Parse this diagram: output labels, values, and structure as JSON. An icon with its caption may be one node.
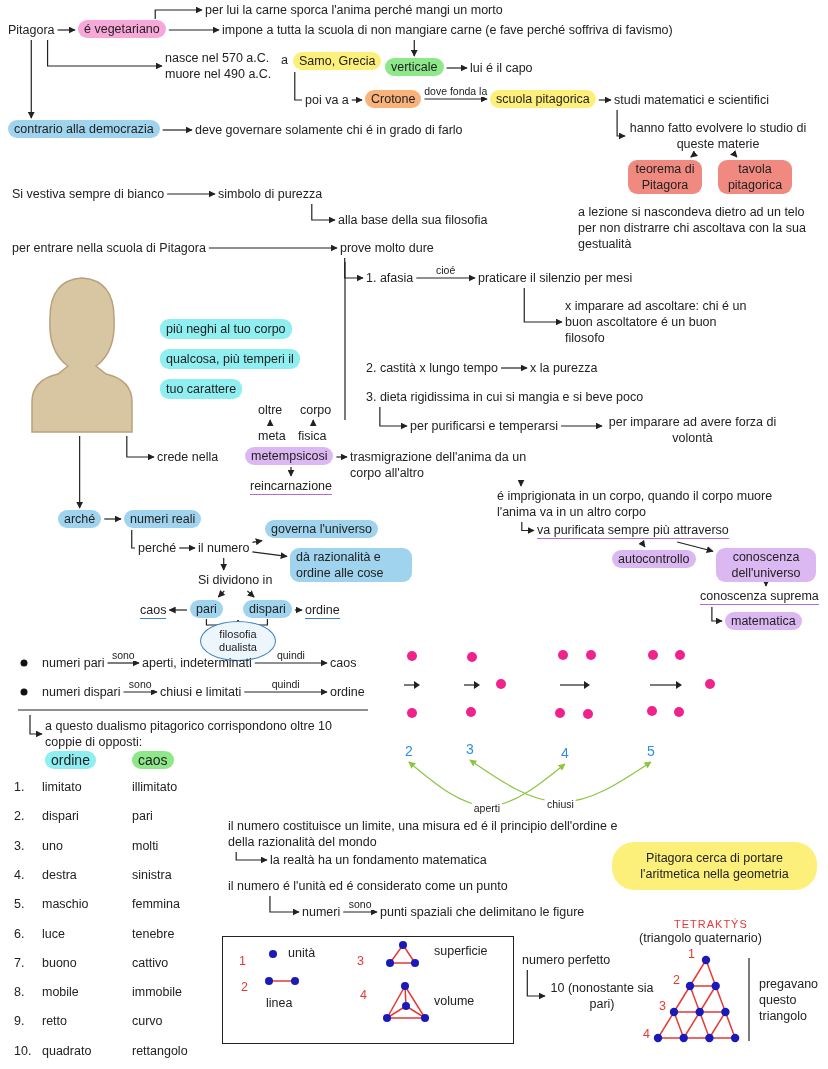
{
  "diagram": {
    "nodes": [
      {
        "text": [
          "Pitagora"
        ]
      },
      {
        "text": [
          "é vegetariano"
        ]
      },
      {
        "text": [
          "per lui la carne sporca l'anima perché mangi un morto"
        ]
      },
      {
        "text": [
          "impone a tutta la scuola di non mangiare carne (e fave perché soffriva di favismo)"
        ]
      },
      {
        "text": [
          "nasce nel 570 a.C.",
          "muore nel 490 a.C."
        ]
      },
      {
        "text": [
          "Samo, Grecia"
        ]
      },
      {
        "text": [
          "verticale"
        ]
      },
      {
        "text": [
          "lui é il capo"
        ]
      },
      {
        "text": [
          "poi va a"
        ]
      },
      {
        "text": [
          "Crotone"
        ]
      },
      {
        "text": [
          "scuola pitagorica"
        ]
      },
      {
        "text": [
          "studi matematici e scientifici"
        ]
      },
      {
        "text": [
          "hanno fatto evolvere lo studio di queste materie"
        ]
      },
      {
        "text": [
          "teorema di Pitagora"
        ]
      },
      {
        "text": [
          "tavola pitagorica"
        ]
      },
      {
        "text": [
          "contrario alla democrazia"
        ]
      },
      {
        "text": [
          "deve governare solamente chi é in grado di farlo"
        ]
      },
      {
        "text": [
          "Si vestiva sempre di bianco"
        ]
      },
      {
        "text": [
          "simbolo di purezza"
        ]
      },
      {
        "text": [
          "alla base della sua filosofia"
        ]
      },
      {
        "text": [
          "per entrare nella scuola di Pitagora"
        ]
      },
      {
        "text": [
          "prove molto dure"
        ]
      },
      {
        "text": [
          "1. afasia"
        ]
      },
      {
        "text": [
          "praticare il silenzio per mesi"
        ]
      },
      {
        "text": [
          "x imparare ad ascoltare: chi é un buon ascoltatore é un buon filosofo"
        ]
      },
      {
        "text": [
          "2. castità x lungo tempo"
        ]
      },
      {
        "text": [
          "x la purezza"
        ]
      },
      {
        "text": [
          "3. dieta rigidissima in cui si mangia e si beve poco"
        ]
      },
      {
        "text": [
          "per purificarsi e temperarsi"
        ]
      },
      {
        "text": [
          "per imparare ad avere forza di volontà"
        ]
      },
      {
        "text": [],
        "shape": "picture"
      },
      {
        "text": [
          "più neghi al tuo corpo qualcosa, più temperi il tuo carattere"
        ]
      },
      {
        "text": [
          "crede nella"
        ]
      },
      {
        "text": [
          "metempsicosi"
        ]
      },
      {
        "text": [
          "meta"
        ]
      },
      {
        "text": [
          "fisica"
        ]
      },
      {
        "text": [
          "oltre"
        ]
      },
      {
        "text": [
          "corpo"
        ]
      },
      {
        "text": [
          "reincarnazione"
        ]
      },
      {
        "text": [
          "trasmigrazione dell'anima da un corpo all'altro"
        ]
      },
      {
        "text": [
          "é imprigionata in un corpo, quando il corpo muore l'anima va in un altro corpo"
        ]
      },
      {
        "text": [
          "va purificata sempre più attraverso"
        ]
      },
      {
        "text": [
          "autocontrollo"
        ]
      },
      {
        "text": [
          "conoscenza dell'universo"
        ]
      },
      {
        "text": [
          "conoscenza suprema"
        ]
      },
      {
        "text": [
          "matematica"
        ]
      },
      {
        "text": [
          "arché"
        ]
      },
      {
        "text": [
          "numeri reali"
        ]
      },
      {
        "text": [
          "perché"
        ]
      },
      {
        "text": [
          "il numero"
        ]
      },
      {
        "text": [
          "governa l'universo"
        ]
      },
      {
        "text": [
          "dà razionalità e ordine alle cose"
        ]
      },
      {
        "text": [
          "Si dividono in"
        ]
      },
      {
        "text": [
          "pari"
        ]
      },
      {
        "text": [
          "dispari"
        ]
      },
      {
        "text": [
          "caos"
        ]
      },
      {
        "text": [
          "ordine"
        ]
      },
      {
        "text": [
          "filosofia dualista"
        ]
      },
      {
        "text": [
          "numeri pari"
        ]
      },
      {
        "text": [
          "aperti, indeterminati"
        ]
      },
      {
        "text": [
          "caos"
        ]
      },
      {
        "text": [
          "numeri dispari"
        ]
      },
      {
        "text": [
          "chiusi e limitati"
        ]
      },
      {
        "text": [
          "ordine"
        ]
      },
      {
        "text": [
          "a questo dualismo pitagorico corrispondono oltre 10 coppie di opposti:"
        ]
      },
      {
        "text": [
          "2"
        ]
      },
      {
        "text": [
          "3"
        ]
      },
      {
        "text": [
          "4"
        ]
      },
      {
        "text": [
          "5"
        ]
      },
      {
        "text": [
          "il numero costituisce un limite, una misura ed é il principio dell'ordine e della razionalità del mondo"
        ]
      },
      {
        "text": [
          "la realtà ha un fondamento matematica"
        ]
      },
      {
        "text": [
          "il numero é l'unità ed é considerato come un punto"
        ]
      },
      {
        "text": [
          "numeri"
        ]
      },
      {
        "text": [
          "punti spaziali che delimitano le figure"
        ]
      },
      {
        "text": [
          "Pitagora cerca di portare l'aritmetica nella geometria"
        ]
      },
      {
        "text": [
          "1",
          "unità",
          "2",
          "linea",
          "3",
          "superficie",
          "4",
          "volume"
        ]
      },
      {
        "text": [
          "numero perfetto"
        ]
      },
      {
        "text": [
          "10 (nonostante sia pari)"
        ]
      }
    ],
    "edges": [
      {
        "from": 0,
        "to": 1,
        "arrow": "to"
      },
      {
        "from": 1,
        "to": 2,
        "arrow": "to"
      },
      {
        "from": 1,
        "to": 3,
        "arrow": "to"
      },
      {
        "from": 0,
        "to": 4,
        "arrow": "to"
      },
      {
        "from": 3,
        "to": 6,
        "arrow": "to"
      },
      {
        "from": 6,
        "to": 7,
        "arrow": "to"
      },
      {
        "from": 5,
        "to": 8,
        "arrow": "none"
      },
      {
        "from": 8,
        "to": 9,
        "arrow": "to"
      },
      {
        "from": 9,
        "to": 10,
        "arrow": "to",
        "label": "dove fonda la"
      },
      {
        "from": 10,
        "to": 11,
        "arrow": "to"
      },
      {
        "from": 11,
        "to": 12,
        "arrow": "to"
      },
      {
        "from": 12,
        "to": 13,
        "arrow": "to"
      },
      {
        "from": 12,
        "to": 14,
        "arrow": "to"
      },
      {
        "from": 0,
        "to": 15,
        "arrow": "to"
      },
      {
        "from": 15,
        "to": 16,
        "arrow": "to"
      },
      {
        "from": 17,
        "to": 18,
        "arrow": "to"
      },
      {
        "from": 18,
        "to": 19,
        "arrow": "to"
      },
      {
        "from": 20,
        "to": 21,
        "arrow": "to"
      },
      {
        "from": 21,
        "to": 22,
        "arrow": "to"
      },
      {
        "from": 22,
        "to": 23,
        "arrow": "to",
        "label": "cioé"
      },
      {
        "from": 23,
        "to": 24,
        "arrow": "to"
      },
      {
        "from": 25,
        "to": 26,
        "arrow": "to"
      },
      {
        "from": 27,
        "to": 28,
        "arrow": "to"
      },
      {
        "from": 28,
        "to": 29,
        "arrow": "to"
      },
      {
        "from": 30,
        "to": 32,
        "arrow": "to"
      },
      {
        "from": 30,
        "to": 46,
        "arrow": "to"
      },
      {
        "from": 34,
        "to": 36,
        "arrow": "to"
      },
      {
        "from": 35,
        "to": 37,
        "arrow": "to"
      },
      {
        "from": 33,
        "to": 38,
        "arrow": "to"
      },
      {
        "from": 33,
        "to": 39,
        "arrow": "to"
      },
      {
        "from": 39,
        "to": 40,
        "arrow": "to"
      },
      {
        "from": 40,
        "to": 41,
        "arrow": "to"
      },
      {
        "from": 41,
        "to": 42,
        "arrow": "to"
      },
      {
        "from": 41,
        "to": 43,
        "arrow": "to"
      },
      {
        "from": 43,
        "to": 44,
        "arrow": "to"
      },
      {
        "from": 44,
        "to": 45,
        "arrow": "to"
      },
      {
        "from": 46,
        "to": 47,
        "arrow": "to"
      },
      {
        "from": 47,
        "to": 48,
        "arrow": "none"
      },
      {
        "from": 48,
        "to": 49,
        "arrow": "to"
      },
      {
        "from": 49,
        "to": 50,
        "arrow": "to"
      },
      {
        "from": 49,
        "to": 51,
        "arrow": "to"
      },
      {
        "from": 49,
        "to": 52,
        "arrow": "to"
      },
      {
        "from": 52,
        "to": 53,
        "arrow": "to"
      },
      {
        "from": 52,
        "to": 54,
        "arrow": "to"
      },
      {
        "from": 53,
        "to": 55,
        "arrow": "to"
      },
      {
        "from": 54,
        "to": 56,
        "arrow": "to"
      },
      {
        "from": 53,
        "to": 57,
        "arrow": "none"
      },
      {
        "from": 54,
        "to": 57,
        "arrow": "none"
      },
      {
        "from": 58,
        "to": 59,
        "arrow": "to",
        "label": "sono"
      },
      {
        "from": 59,
        "to": 60,
        "arrow": "to",
        "label": "quindi"
      },
      {
        "from": 61,
        "to": 62,
        "arrow": "to",
        "label": "sono"
      },
      {
        "from": 62,
        "to": 63,
        "arrow": "to",
        "label": "quindi"
      },
      {
        "from": null,
        "to": 64,
        "arrow": "to"
      },
      {
        "from": 65,
        "to": 67,
        "arrow": "both",
        "label": "aperti",
        "color": "#8cc63f"
      },
      {
        "from": 66,
        "to": 68,
        "arrow": "both",
        "label": "chiusi",
        "color": "#8cc63f"
      },
      {
        "from": 69,
        "to": 70,
        "arrow": "to"
      },
      {
        "from": 71,
        "to": 72,
        "arrow": "to"
      },
      {
        "from": 72,
        "to": 73,
        "arrow": "to",
        "label": "sono"
      },
      {
        "from": 76,
        "to": 77,
        "arrow": "to"
      }
    ],
    "labels": [
      "a",
      "a lezione si nascondeva dietro ad un telo per non distrarre chi ascoltava con la sua gestualità",
      "ordine",
      "caos",
      "1.",
      "limitato",
      "illimitato",
      "2.",
      "dispari",
      "pari",
      "3.",
      "uno",
      "molti",
      "4.",
      "destra",
      "sinistra",
      "5.",
      "maschio",
      "femmina",
      "6.",
      "luce",
      "tenebre",
      "7.",
      "buono",
      "cattivo",
      "8.",
      "mobile",
      "immobile",
      "9.",
      "retto",
      "curvo",
      "10.",
      "quadrato",
      "rettangolo",
      "TETRAKTÝS",
      "(triangolo quaternario)",
      "1",
      "2",
      "3",
      "4",
      "pregavano questo triangolo"
    ]
  }
}
